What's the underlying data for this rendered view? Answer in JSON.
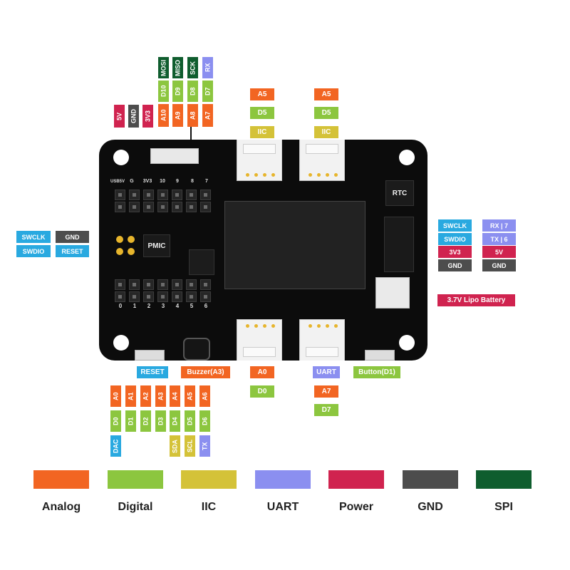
{
  "colors": {
    "analog": "#f26522",
    "digital": "#8cc63f",
    "iic": "#d4c238",
    "uart": "#8b8ff0",
    "power": "#d0234f",
    "gnd": "#4d4d4d",
    "spi": "#0f5d2e",
    "swd": "#29a9e0",
    "board": "#0c0c0c"
  },
  "top_header": {
    "power_5v": "5V",
    "gnd": "GND",
    "v3v3": "3V3",
    "spi": [
      "MOSI",
      "MISO",
      "SCK"
    ],
    "rx": "RX",
    "digital": [
      "D10",
      "D9",
      "D8",
      "D7"
    ],
    "analog": [
      "A10",
      "A9",
      "A8",
      "A7"
    ]
  },
  "grove_top_left": {
    "analog": "A5",
    "digital": "D5",
    "iic": "IIC"
  },
  "grove_top_right": {
    "analog": "A5",
    "digital": "D5",
    "iic": "IIC"
  },
  "swd_left": {
    "swclk": "SWCLK",
    "gnd": "GND",
    "swdio": "SWDIO",
    "reset": "RESET"
  },
  "right_header": {
    "swclk": "SWCLK",
    "rx7": "RX | 7",
    "swdio": "SWDIO",
    "tx6": "TX | 6",
    "v3v3": "3V3",
    "v5": "5V",
    "gnd1": "GND",
    "gnd2": "GND"
  },
  "battery": "3.7V Lipo Battery",
  "board": {
    "rtc": "RTC",
    "pmic": "PMIC",
    "top_row_labels": [
      "USB5V",
      "G",
      "3V3",
      "10",
      "9",
      "8",
      "7"
    ],
    "bottom_row_labels": [
      "0",
      "1",
      "2",
      "3",
      "4",
      "5",
      "6"
    ]
  },
  "bottom_callouts": {
    "reset": "RESET",
    "buzzer": "Buzzer(A3)",
    "grove_a0": "A0",
    "grove_d0": "D0",
    "uart": "UART",
    "uart_a7": "A7",
    "uart_d7": "D7",
    "button": "Button(D1)"
  },
  "bottom_header": {
    "analog": [
      "A0",
      "A1",
      "A2",
      "A3",
      "A4",
      "A5",
      "A6"
    ],
    "digital": [
      "D0",
      "D1",
      "D2",
      "D3",
      "D4",
      "D5",
      "D6"
    ],
    "dac": "DAC",
    "sda": "SDA",
    "scl": "SCL",
    "tx": "TX"
  },
  "legend": [
    {
      "label": "Analog",
      "color": "#f26522"
    },
    {
      "label": "Digital",
      "color": "#8cc63f"
    },
    {
      "label": "IIC",
      "color": "#d4c238"
    },
    {
      "label": "UART",
      "color": "#8b8ff0"
    },
    {
      "label": "Power",
      "color": "#d0234f"
    },
    {
      "label": "GND",
      "color": "#4d4d4d"
    },
    {
      "label": "SPI",
      "color": "#0f5d2e"
    }
  ]
}
